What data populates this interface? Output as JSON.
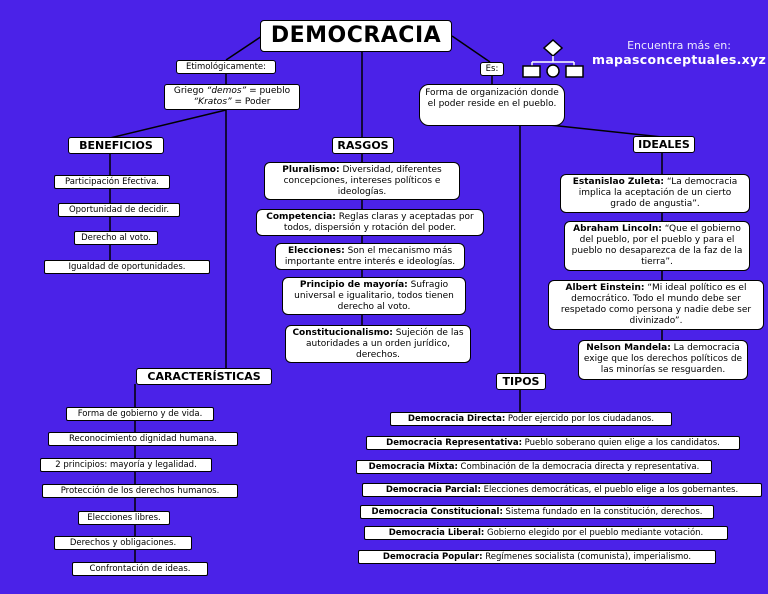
{
  "title": "DEMOCRACIA",
  "etym_label": "Etimológicamente:",
  "etym": {
    "prefix": "Griego ",
    "demos": "“demos”",
    "demos_rest": " = pueblo",
    "kratos": "“Kratos”",
    "kratos_rest": " = Poder"
  },
  "es_label": "Es:",
  "definition": "Forma de organización donde el poder reside en el pueblo.",
  "brand": {
    "pre": "Encuentra más en:",
    "site": "mapasconceptuales.xyz"
  },
  "beneficios": {
    "header": "BENEFICIOS",
    "items": [
      "Participación Efectiva.",
      "Oportunidad de decidir.",
      "Derecho al voto.",
      "Igualdad de oportunidades."
    ]
  },
  "rasgos": {
    "header": "RASGOS",
    "items": [
      {
        "term": "Pluralismo:",
        "text": " Diversidad, diferentes concepciones, intereses políticos e ideologías."
      },
      {
        "term": "Competencia:",
        "text": " Reglas claras y aceptadas por todos, dispersión y rotación del poder."
      },
      {
        "term": "Elecciones:",
        "text": " Son el mecanismo más importante entre interés e ideologías."
      },
      {
        "term": "Principio de mayoría:",
        "text": " Sufragio universal e igualitario, todos tienen derecho al voto."
      },
      {
        "term": "Constitucionalismo:",
        "text": " Sujeción de las autoridades a un orden jurídico, derechos."
      }
    ]
  },
  "ideales": {
    "header": "IDEALES",
    "items": [
      {
        "term": "Estanislao Zuleta:",
        "text": " “La democracia implica la aceptación de un cierto grado de angustia”."
      },
      {
        "term": "Abraham Lincoln:",
        "text": " “Que el gobierno del pueblo, por el pueblo y para el pueblo no desaparezca de la faz de la tierra”."
      },
      {
        "term": "Albert Einstein:",
        "text": " “Mi ideal político es el democrático. Todo el mundo debe ser respetado como persona y nadie debe ser divinizado”."
      },
      {
        "term": "Nelson Mandela:",
        "text": " La democracia exige que los derechos políticos de las minorías se resguarden."
      }
    ]
  },
  "caracteristicas": {
    "header": "CARACTERÍSTICAS",
    "items": [
      "Forma de gobierno y de vida.",
      "Reconocimiento dignidad humana.",
      "2 principios: mayoría y legalidad.",
      "Protección de los derechos humanos.",
      "Elecciones libres.",
      "Derechos y obligaciones.",
      "Confrontación de ideas."
    ]
  },
  "tipos": {
    "header": "TIPOS",
    "items": [
      {
        "term": "Democracia Directa:",
        "text": " Poder ejercido por los ciudadanos."
      },
      {
        "term": "Democracia Representativa:",
        "text": " Pueblo soberano quien elige a los candidatos."
      },
      {
        "term": "Democracia Mixta:",
        "text": " Combinación de la democracia directa y representativa."
      },
      {
        "term": "Democracia Parcial:",
        "text": " Elecciones democráticas, el pueblo elige a los gobernantes."
      },
      {
        "term": "Democracia Constitucional:",
        "text": " Sistema fundado en la constitución, derechos."
      },
      {
        "term": "Democracia Liberal:",
        "text": " Gobierno elegido por el pueblo mediante votación."
      },
      {
        "term": "Democracia Popular:",
        "text": " Regímenes socialista (comunista), imperialismo."
      }
    ]
  }
}
